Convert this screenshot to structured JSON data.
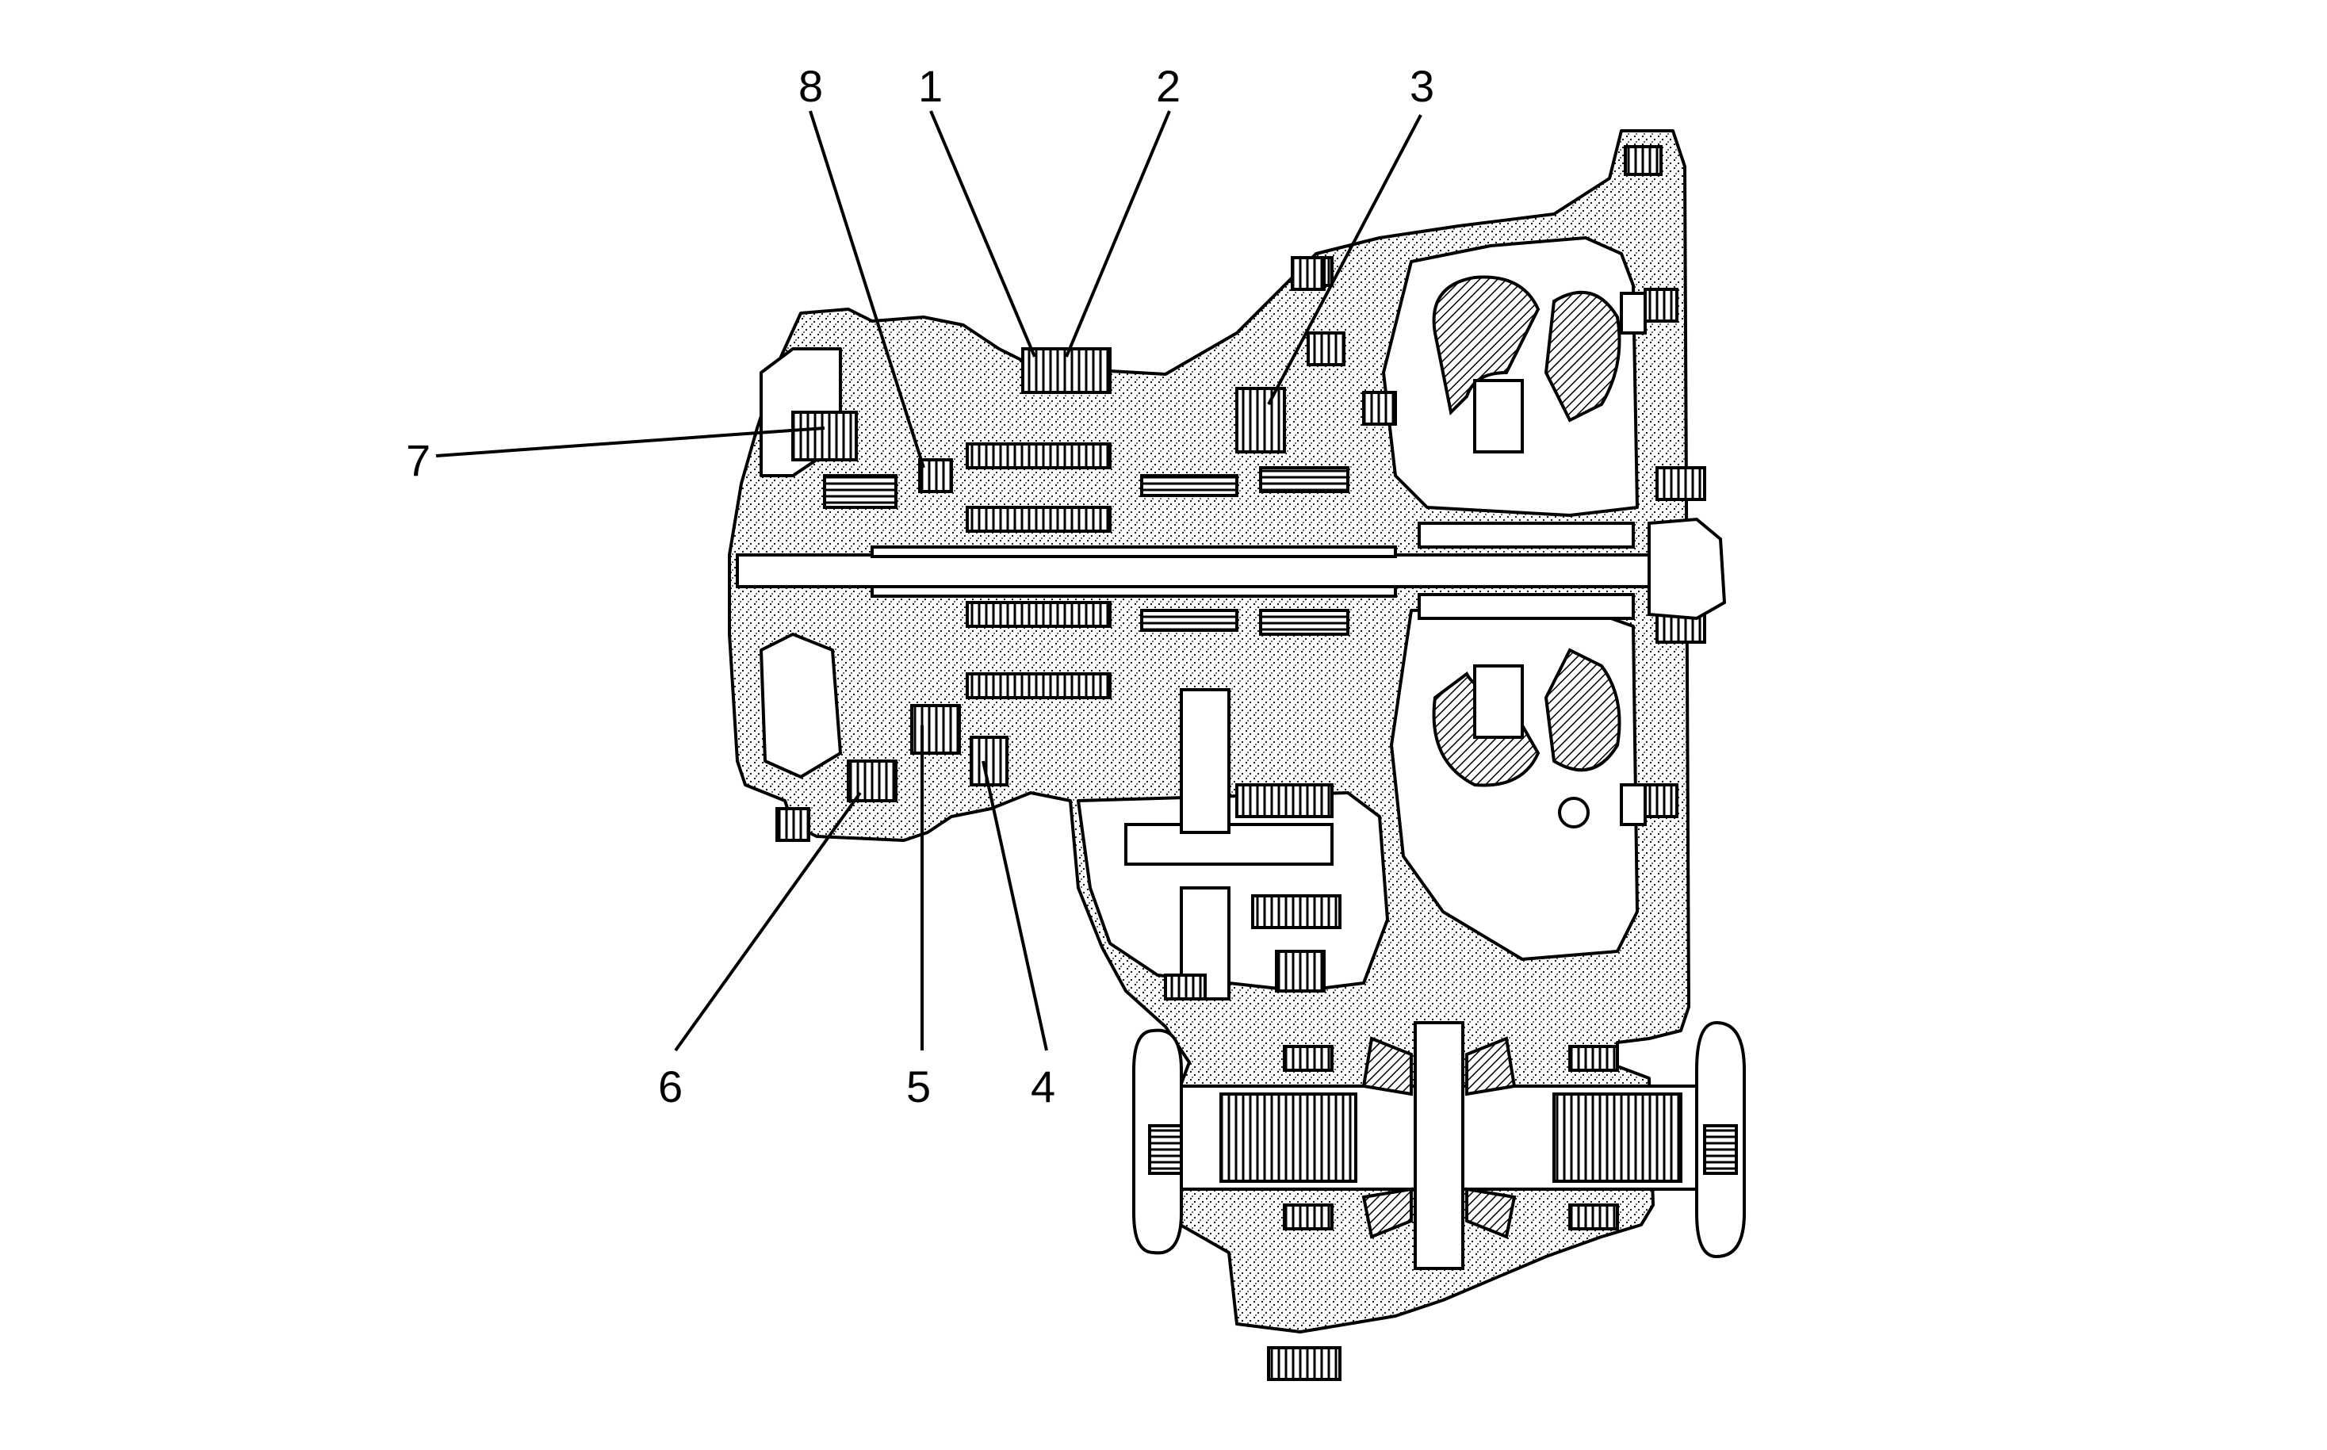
{
  "figure": {
    "background": "#ffffff",
    "line_color": "#000000",
    "stipple_color": "#000000"
  },
  "callouts": [
    {
      "label": "8"
    },
    {
      "label": "1"
    },
    {
      "label": "2"
    },
    {
      "label": "3"
    },
    {
      "label": "7"
    },
    {
      "label": "6"
    },
    {
      "label": "5"
    },
    {
      "label": "4"
    }
  ]
}
